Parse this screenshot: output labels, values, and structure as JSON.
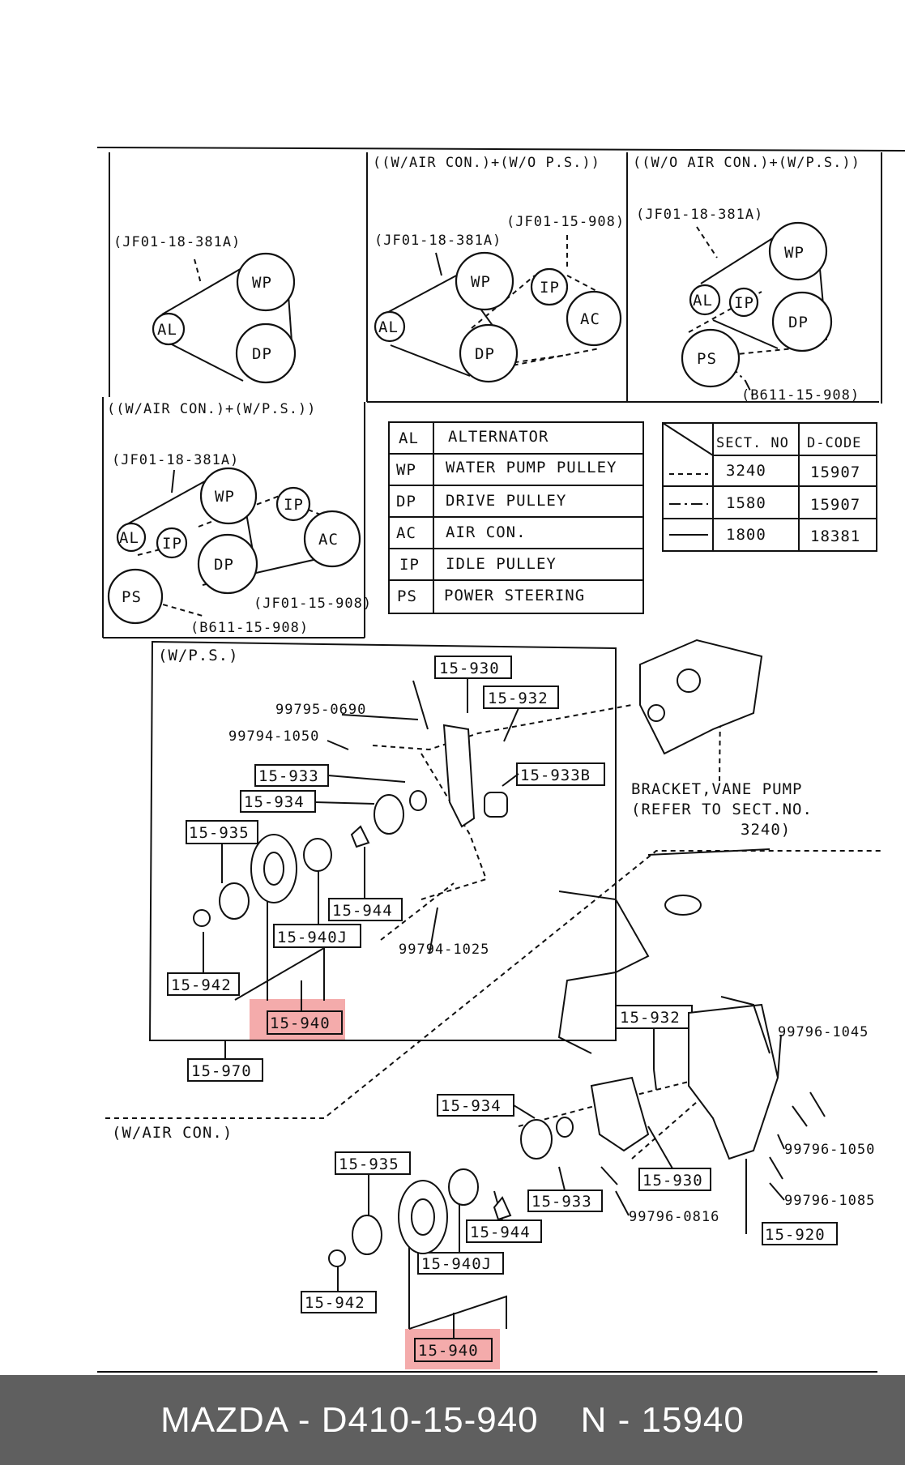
{
  "diagram1": {
    "belt_code": "(JF01-18-381A)",
    "pulleys": [
      "AL",
      "WP",
      "DP"
    ]
  },
  "diagram2": {
    "title": "((W/AIR CON.)+(W/O P.S.))",
    "belt_code": "(JF01-18-381A)",
    "belt_code2": "(JF01-15-908)",
    "pulleys": [
      "AL",
      "WP",
      "DP",
      "IP",
      "AC"
    ]
  },
  "diagram3": {
    "title": "((W/O AIR CON.)+(W/P.S.))",
    "belt_code": "(JF01-18-381A)",
    "belt_code2": "(B611-15-908)",
    "pulleys": [
      "AL",
      "IP",
      "WP",
      "DP",
      "PS"
    ]
  },
  "diagram4": {
    "title": "((W/AIR CON.)+(W/P.S.))",
    "belt_code": "(JF01-18-381A)",
    "belt_code2": "(JF01-15-908)",
    "belt_code3": "(B611-15-908)",
    "pulleys": [
      "AL",
      "IP",
      "WP",
      "DP",
      "IP",
      "AC",
      "PS"
    ]
  },
  "legend": {
    "rows": [
      {
        "abbr": "AL",
        "name": "ALTERNATOR"
      },
      {
        "abbr": "WP",
        "name": "WATER PUMP PULLEY"
      },
      {
        "abbr": "DP",
        "name": "DRIVE PULLEY"
      },
      {
        "abbr": "AC",
        "name": "AIR CON."
      },
      {
        "abbr": "IP",
        "name": "IDLE PULLEY"
      },
      {
        "abbr": "PS",
        "name": "POWER STEERING"
      }
    ]
  },
  "section_table": {
    "headers": [
      "SECT. NO",
      "D-CODE"
    ],
    "rows": [
      {
        "sect": "3240",
        "dcode": "15907",
        "line": "dashed"
      },
      {
        "sect": "1580",
        "dcode": "15907",
        "line": "dash-dot"
      },
      {
        "sect": "1800",
        "dcode": "18381",
        "line": "solid"
      }
    ]
  },
  "wps_section": {
    "title": "(W/P.S.)",
    "bracket_note_1": "BRACKET,VANE PUMP",
    "bracket_note_2": "(REFER TO SECT.NO.",
    "bracket_note_3": "3240)",
    "parts": {
      "p15930": "15-930",
      "p15932": "15-932",
      "p15933": "15-933",
      "p15933b": "15-933B",
      "p15934": "15-934",
      "p15935": "15-935",
      "p15944": "15-944",
      "p15940j": "15-940J",
      "p15942": "15-942",
      "p15940": "15-940",
      "p15970": "15-970",
      "b99795_0690": "99795-0690",
      "b99794_1050": "99794-1050",
      "b99794_1025": "99794-1025"
    }
  },
  "wac_section": {
    "title": "(W/AIR CON.)",
    "parts": {
      "p15932": "15-932",
      "p15934": "15-934",
      "p15930": "15-930",
      "p15933": "15-933",
      "p15935": "15-935",
      "p15944": "15-944",
      "p15940j": "15-940J",
      "p15942": "15-942",
      "p15940": "15-940",
      "p15920": "15-920",
      "b99796_1045": "99796-1045",
      "b99796_1050": "99796-1050",
      "b99796_1085": "99796-1085",
      "b99796_0816": "99796-0816"
    }
  },
  "highlight_color": "#f08f8f",
  "footer": {
    "left": "MAZDA - D410-15-940",
    "right": "N - 15940"
  }
}
